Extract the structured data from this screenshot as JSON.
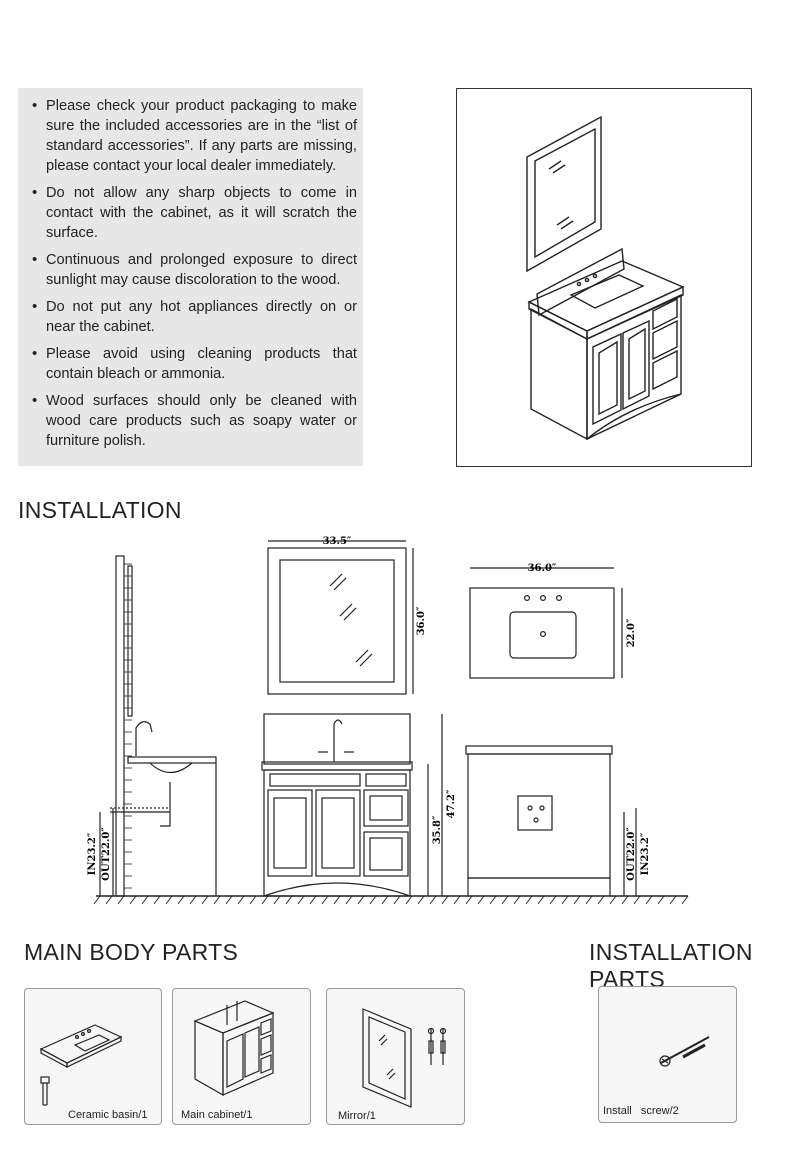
{
  "notes": [
    "Please check your product packaging to make sure the included accessories are in the “list of standard accessories”. If any parts are missing, please contact your local dealer immediately.",
    "Do not allow any sharp objects to come in contact with the cabinet, as it will scratch the surface.",
    "Continuous and prolonged exposure to direct sunlight may cause discoloration to the wood.",
    "Do not put any hot appliances directly on or near the cabinet.",
    "Please avoid using cleaning products that contain bleach or ammonia.",
    "Wood surfaces should only be cleaned with wood care products such as soapy water or furniture polish."
  ],
  "installation": {
    "title": "INSTALLATION",
    "dims": {
      "mirror_width": "33.5″",
      "mirror_height": "36.0″",
      "top_width": "36.0″",
      "top_depth": "22.0″",
      "height_total": "47.2″",
      "height_cabinet": "35.8″",
      "in_left": "IN23.2″",
      "out_left": "OUT22.0″",
      "in_right": "IN23.2″",
      "out_right": "OUT22.0″"
    }
  },
  "main_body": {
    "title": "MAIN BODY PARTS",
    "parts": [
      {
        "label": "Ceramic basin/1"
      },
      {
        "label": "Main cabinet/1"
      },
      {
        "label": "Mirror/1"
      }
    ]
  },
  "installation_parts": {
    "title": "INSTALLATION PARTS",
    "parts": [
      {
        "label": "Install   screw/2"
      }
    ]
  }
}
